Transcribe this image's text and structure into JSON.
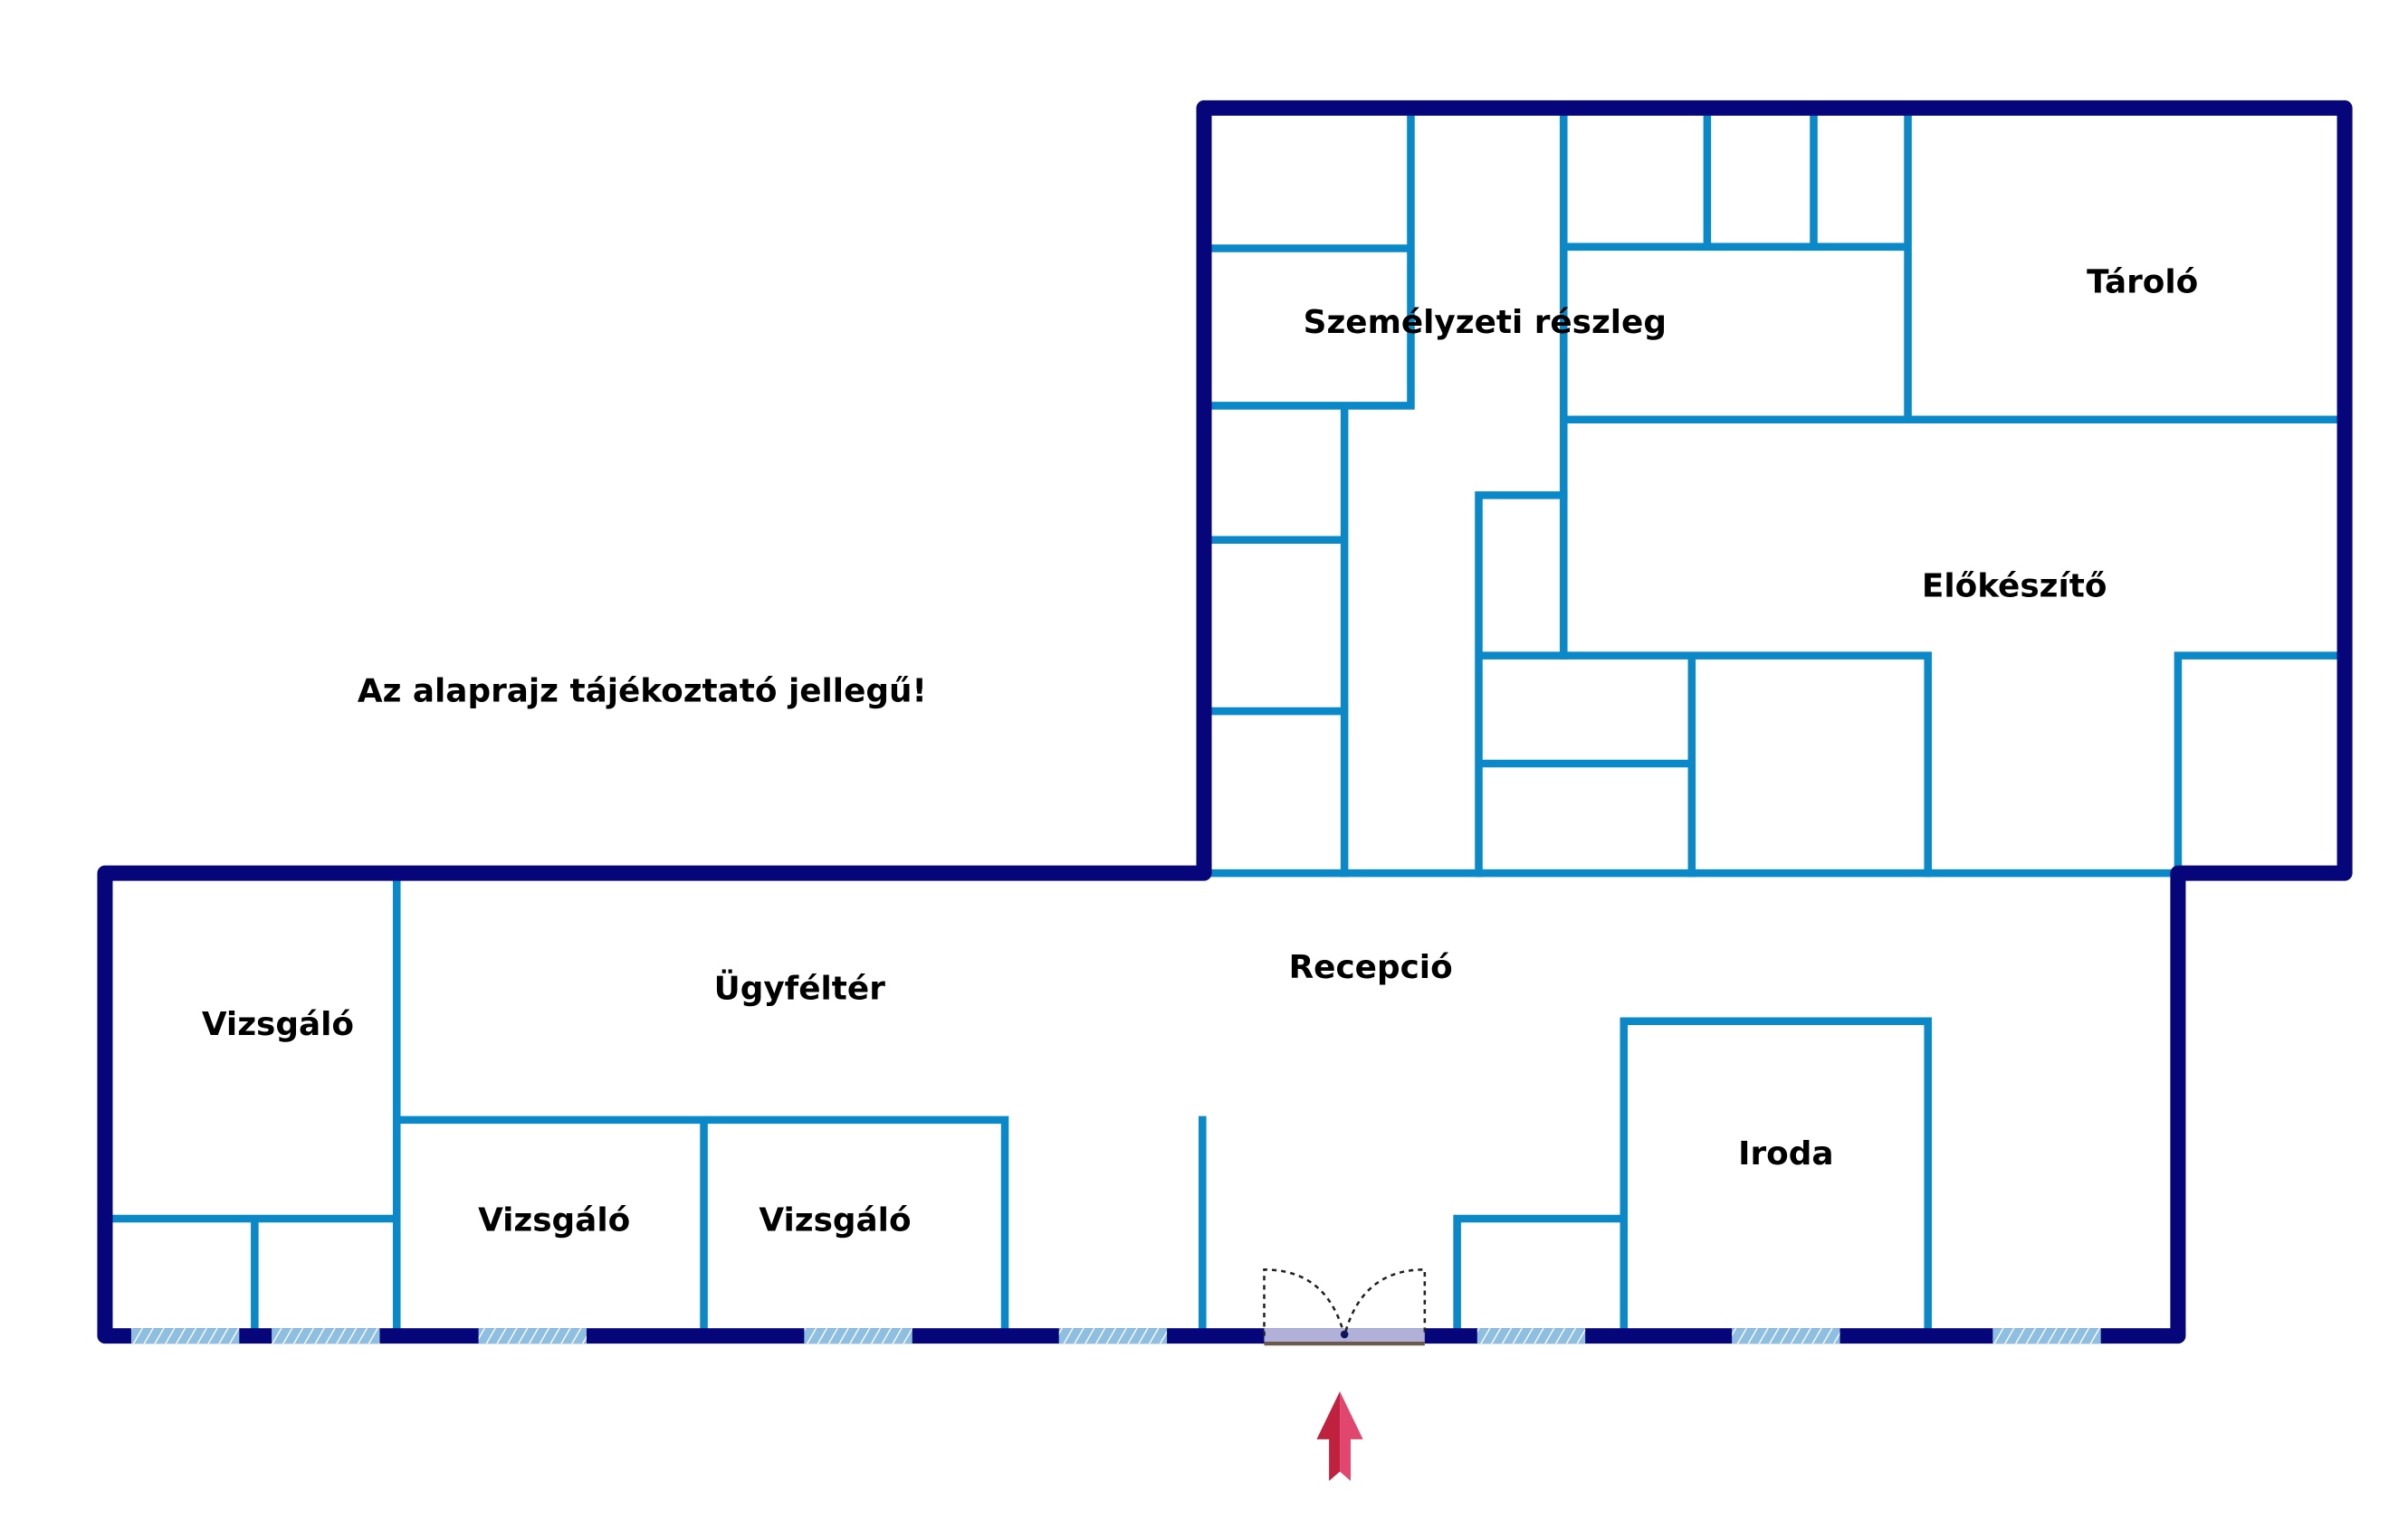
{
  "plan": {
    "note": "Az alaprajz tájékoztató jellegű!",
    "rooms": [
      {
        "label": "Személyzeti részleg"
      },
      {
        "label": "Tároló"
      },
      {
        "label": "Előkészítő"
      },
      {
        "label": "Vizsgáló"
      },
      {
        "label": "Ügyféltér"
      },
      {
        "label": "Recepció"
      },
      {
        "label": "Vizsgáló"
      },
      {
        "label": "Vizsgáló"
      },
      {
        "label": "Iroda"
      }
    ],
    "entrance_icon": "entrance-arrow-icon",
    "colors": {
      "outer_wall": "#06067a",
      "inner_wall": "#0a88c8",
      "window": "#8fbfe0",
      "door": "#b0b0d8",
      "arrow": "#d6305a"
    }
  }
}
